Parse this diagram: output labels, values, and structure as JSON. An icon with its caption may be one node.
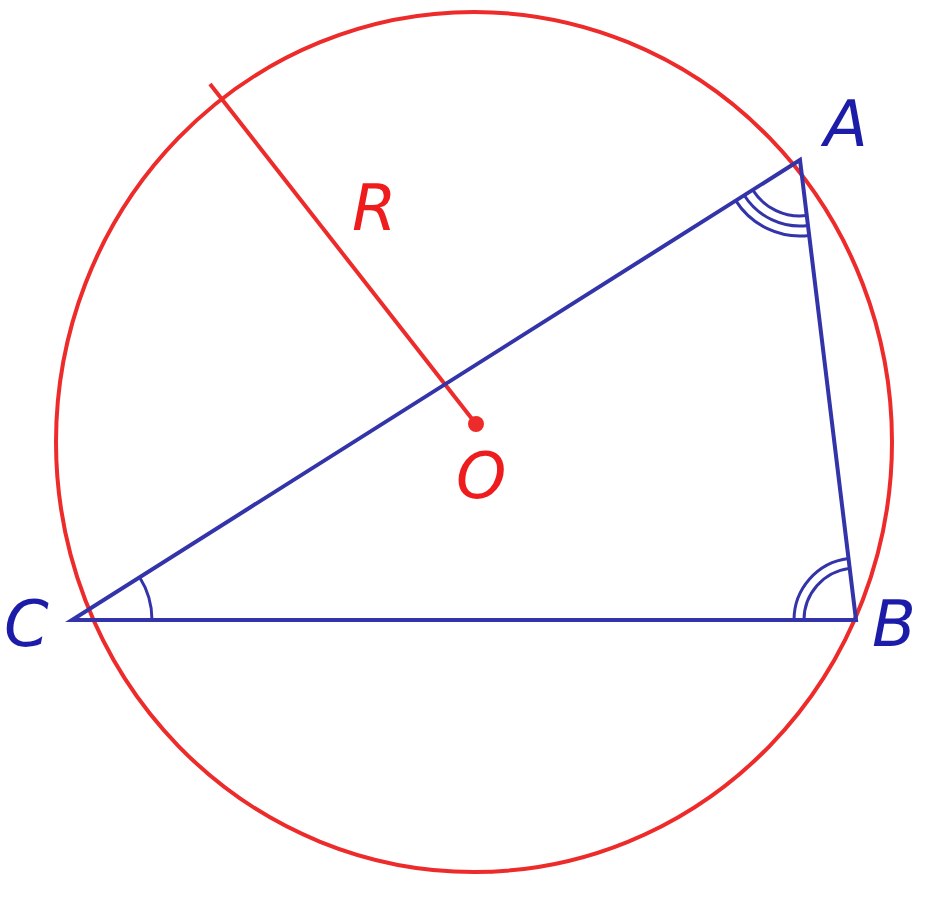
{
  "diagram": {
    "labels": [
      "A",
      "R",
      "O",
      "C",
      "B"
    ]
  }
}
